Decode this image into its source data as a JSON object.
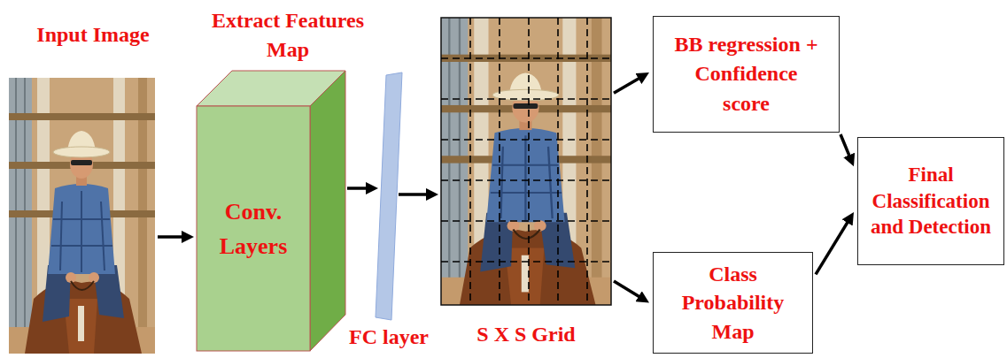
{
  "diagram": {
    "nodes": [
      {
        "text": [
          "Input Image"
        ]
      },
      {
        "text": [
          "Extract Features Map",
          "Conv. Layers"
        ]
      },
      {
        "text": [
          "FC layer"
        ]
      },
      {
        "text": [
          "S X S Grid"
        ]
      },
      {
        "text": [
          "BB regression + Confidence score"
        ]
      },
      {
        "text": [
          "Class Probability Map"
        ]
      },
      {
        "text": [
          "Final Classification and Detection"
        ]
      }
    ],
    "edges": [
      {
        "from": 0,
        "to": 1,
        "arrow": "to"
      },
      {
        "from": 1,
        "to": 2,
        "arrow": "to"
      },
      {
        "from": 2,
        "to": 3,
        "arrow": "to"
      },
      {
        "from": 3,
        "to": 4,
        "arrow": "to"
      },
      {
        "from": 3,
        "to": 5,
        "arrow": "to"
      },
      {
        "from": 4,
        "to": 6,
        "arrow": "to"
      },
      {
        "from": 5,
        "to": 6,
        "arrow": "to"
      }
    ]
  }
}
